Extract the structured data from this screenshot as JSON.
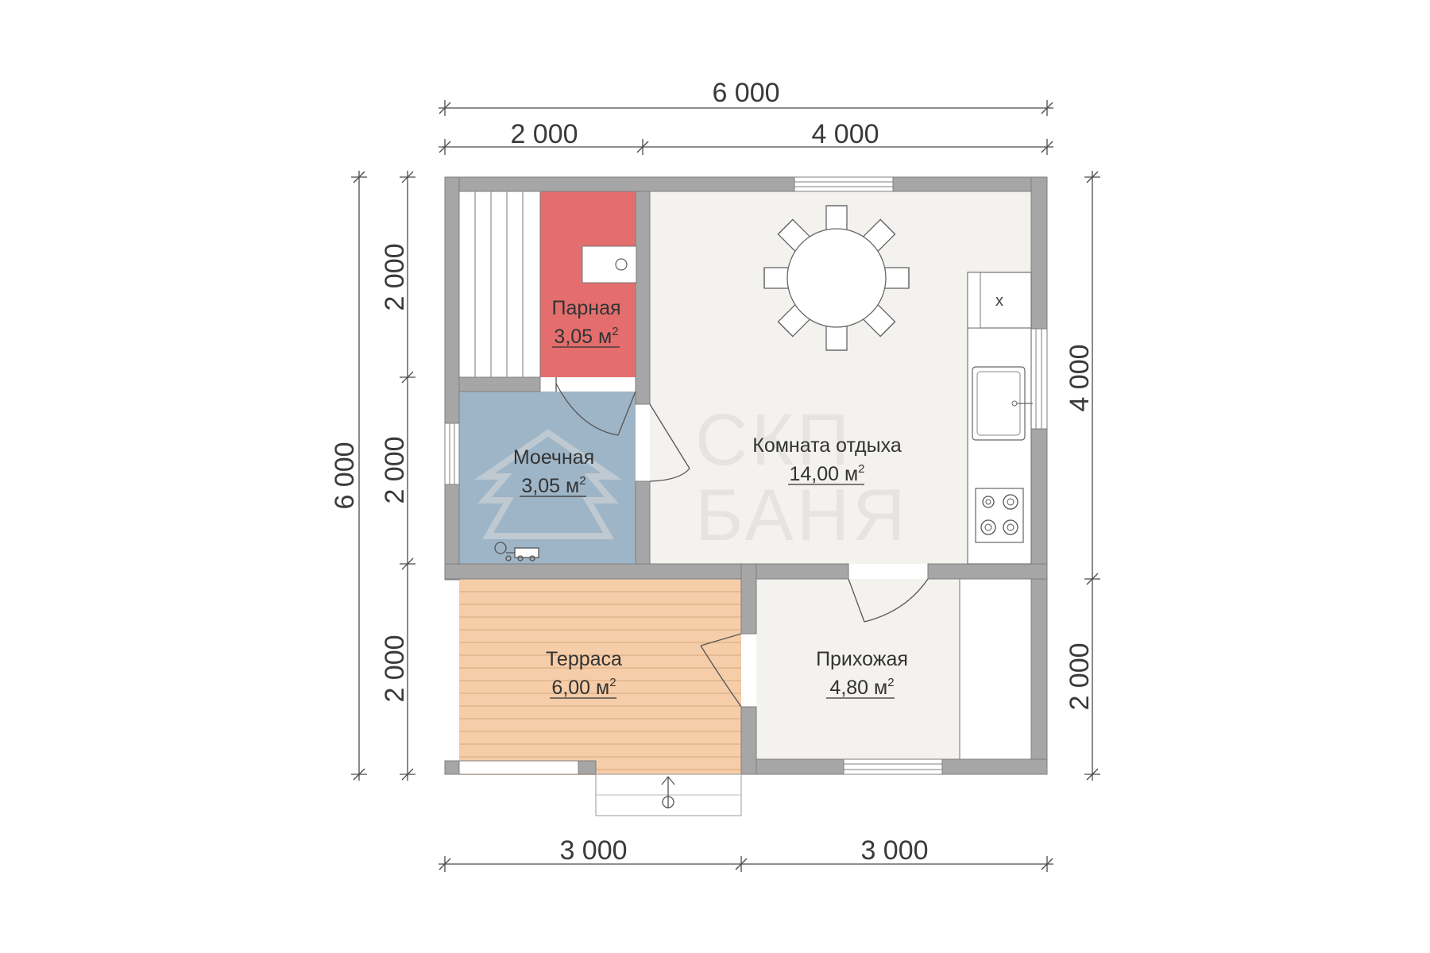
{
  "dimensions": {
    "top_total": "6 000",
    "top_left": "2 000",
    "top_right": "4 000",
    "bottom_left": "3 000",
    "bottom_right": "3 000",
    "left_total": "6 000",
    "left_top": "2 000",
    "left_mid": "2 000",
    "left_bottom": "2 000",
    "right_top": "4 000",
    "right_bottom": "2 000"
  },
  "rooms": {
    "steam": {
      "name": "Парная",
      "area": "3,05 м",
      "sup": "2",
      "color": "#e46e6e"
    },
    "wash": {
      "name": "Моечная",
      "area": "3,05 м",
      "sup": "2",
      "color": "#9eb5c7"
    },
    "rest": {
      "name": "Комната отдыха",
      "area": "14,00 м",
      "sup": "2",
      "color": "#f4f2ee"
    },
    "terrace": {
      "name": "Терраса",
      "area": "6,00 м",
      "sup": "2",
      "color": "#f5cda8"
    },
    "hall": {
      "name": "Прихожая",
      "area": "4,80 м",
      "sup": "2",
      "color": "#f4f2ee"
    }
  },
  "watermark": {
    "line1": "СКП",
    "line2": "БАНЯ"
  },
  "fixtures": {
    "fridge_mark": "x"
  }
}
